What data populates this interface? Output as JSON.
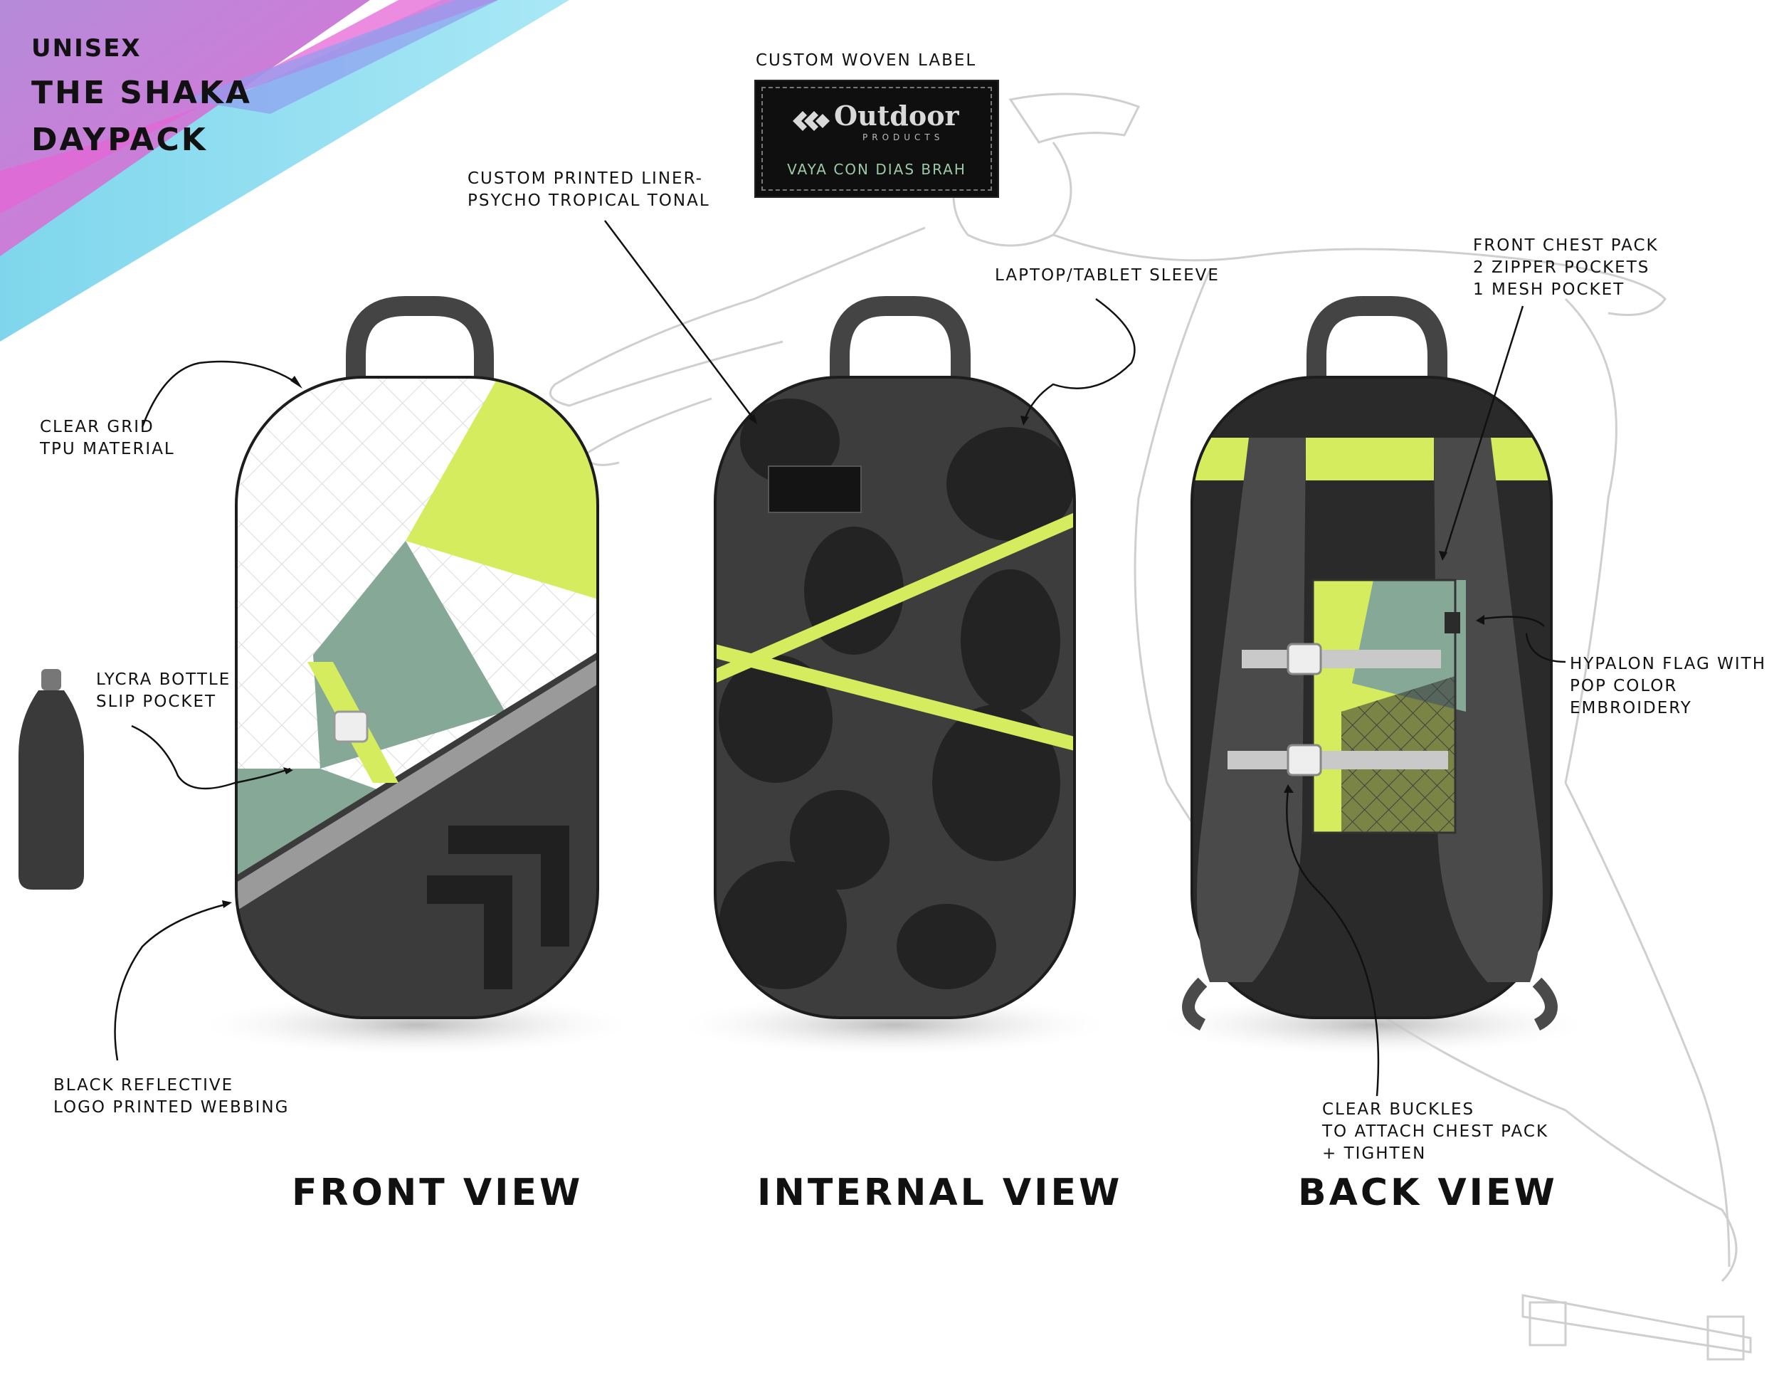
{
  "header": {
    "unisex": "UNISEX",
    "title_line1": "THE SHAKA",
    "title_line2": "DAYPACK"
  },
  "woven_label": {
    "caption": "CUSTOM WOVEN LABEL",
    "brand": "Outdoor",
    "brand_sub": "PRODUCTS",
    "tagline": "VAYA CON DIAS BRAH"
  },
  "callouts": {
    "clear_grid": [
      "CLEAR GRID",
      "TPU MATERIAL"
    ],
    "bottle_pocket": [
      "LYCRA BOTTLE",
      "SLIP POCKET"
    ],
    "reflective": [
      "BLACK REFLECTIVE",
      "LOGO PRINTED WEBBING"
    ],
    "liner": [
      "CUSTOM PRINTED LINER-",
      "PSYCHO TROPICAL TONAL"
    ],
    "laptop": [
      "LAPTOP/TABLET SLEEVE"
    ],
    "chest_pack": [
      "FRONT CHEST PACK",
      "2 ZIPPER POCKETS",
      "1 MESH POCKET"
    ],
    "hypalon": [
      "HYPALON FLAG WITH",
      "POP COLOR",
      "EMBROIDERY"
    ],
    "buckles": [
      "CLEAR BUCKLES",
      "TO ATTACH CHEST PACK",
      "+ TIGHTEN"
    ]
  },
  "views": {
    "front": "FRONT VIEW",
    "internal": "INTERNAL VIEW",
    "back": "BACK VIEW"
  },
  "colors": {
    "lime": "#d4ec5e",
    "sage": "#86a896",
    "charcoal": "#3b3b3b",
    "black": "#262626",
    "strap": "#4a4a4a",
    "outline": "#d0d0d0"
  }
}
